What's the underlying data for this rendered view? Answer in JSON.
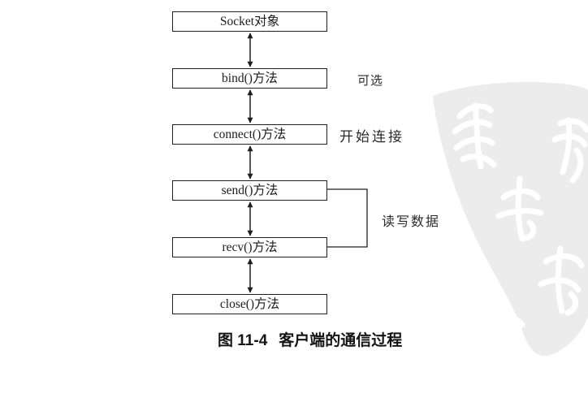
{
  "figure": {
    "boxes": [
      {
        "id": "socket",
        "label": "Socket对象"
      },
      {
        "id": "bind",
        "label": "bind()方法"
      },
      {
        "id": "connect",
        "label": "connect()方法"
      },
      {
        "id": "send",
        "label": "send()方法"
      },
      {
        "id": "recv",
        "label": "recv()方法"
      },
      {
        "id": "close",
        "label": "close()方法"
      }
    ],
    "side_labels": {
      "bind": "可选",
      "connect": "开始连接",
      "send_recv": "读写数据"
    },
    "caption": {
      "number": "图 11-4",
      "text": "客户端的通信过程"
    },
    "colors": {
      "line": "#1f1f1f",
      "box_fill": "#ffffff",
      "watermark_gray": "#ececec"
    }
  }
}
